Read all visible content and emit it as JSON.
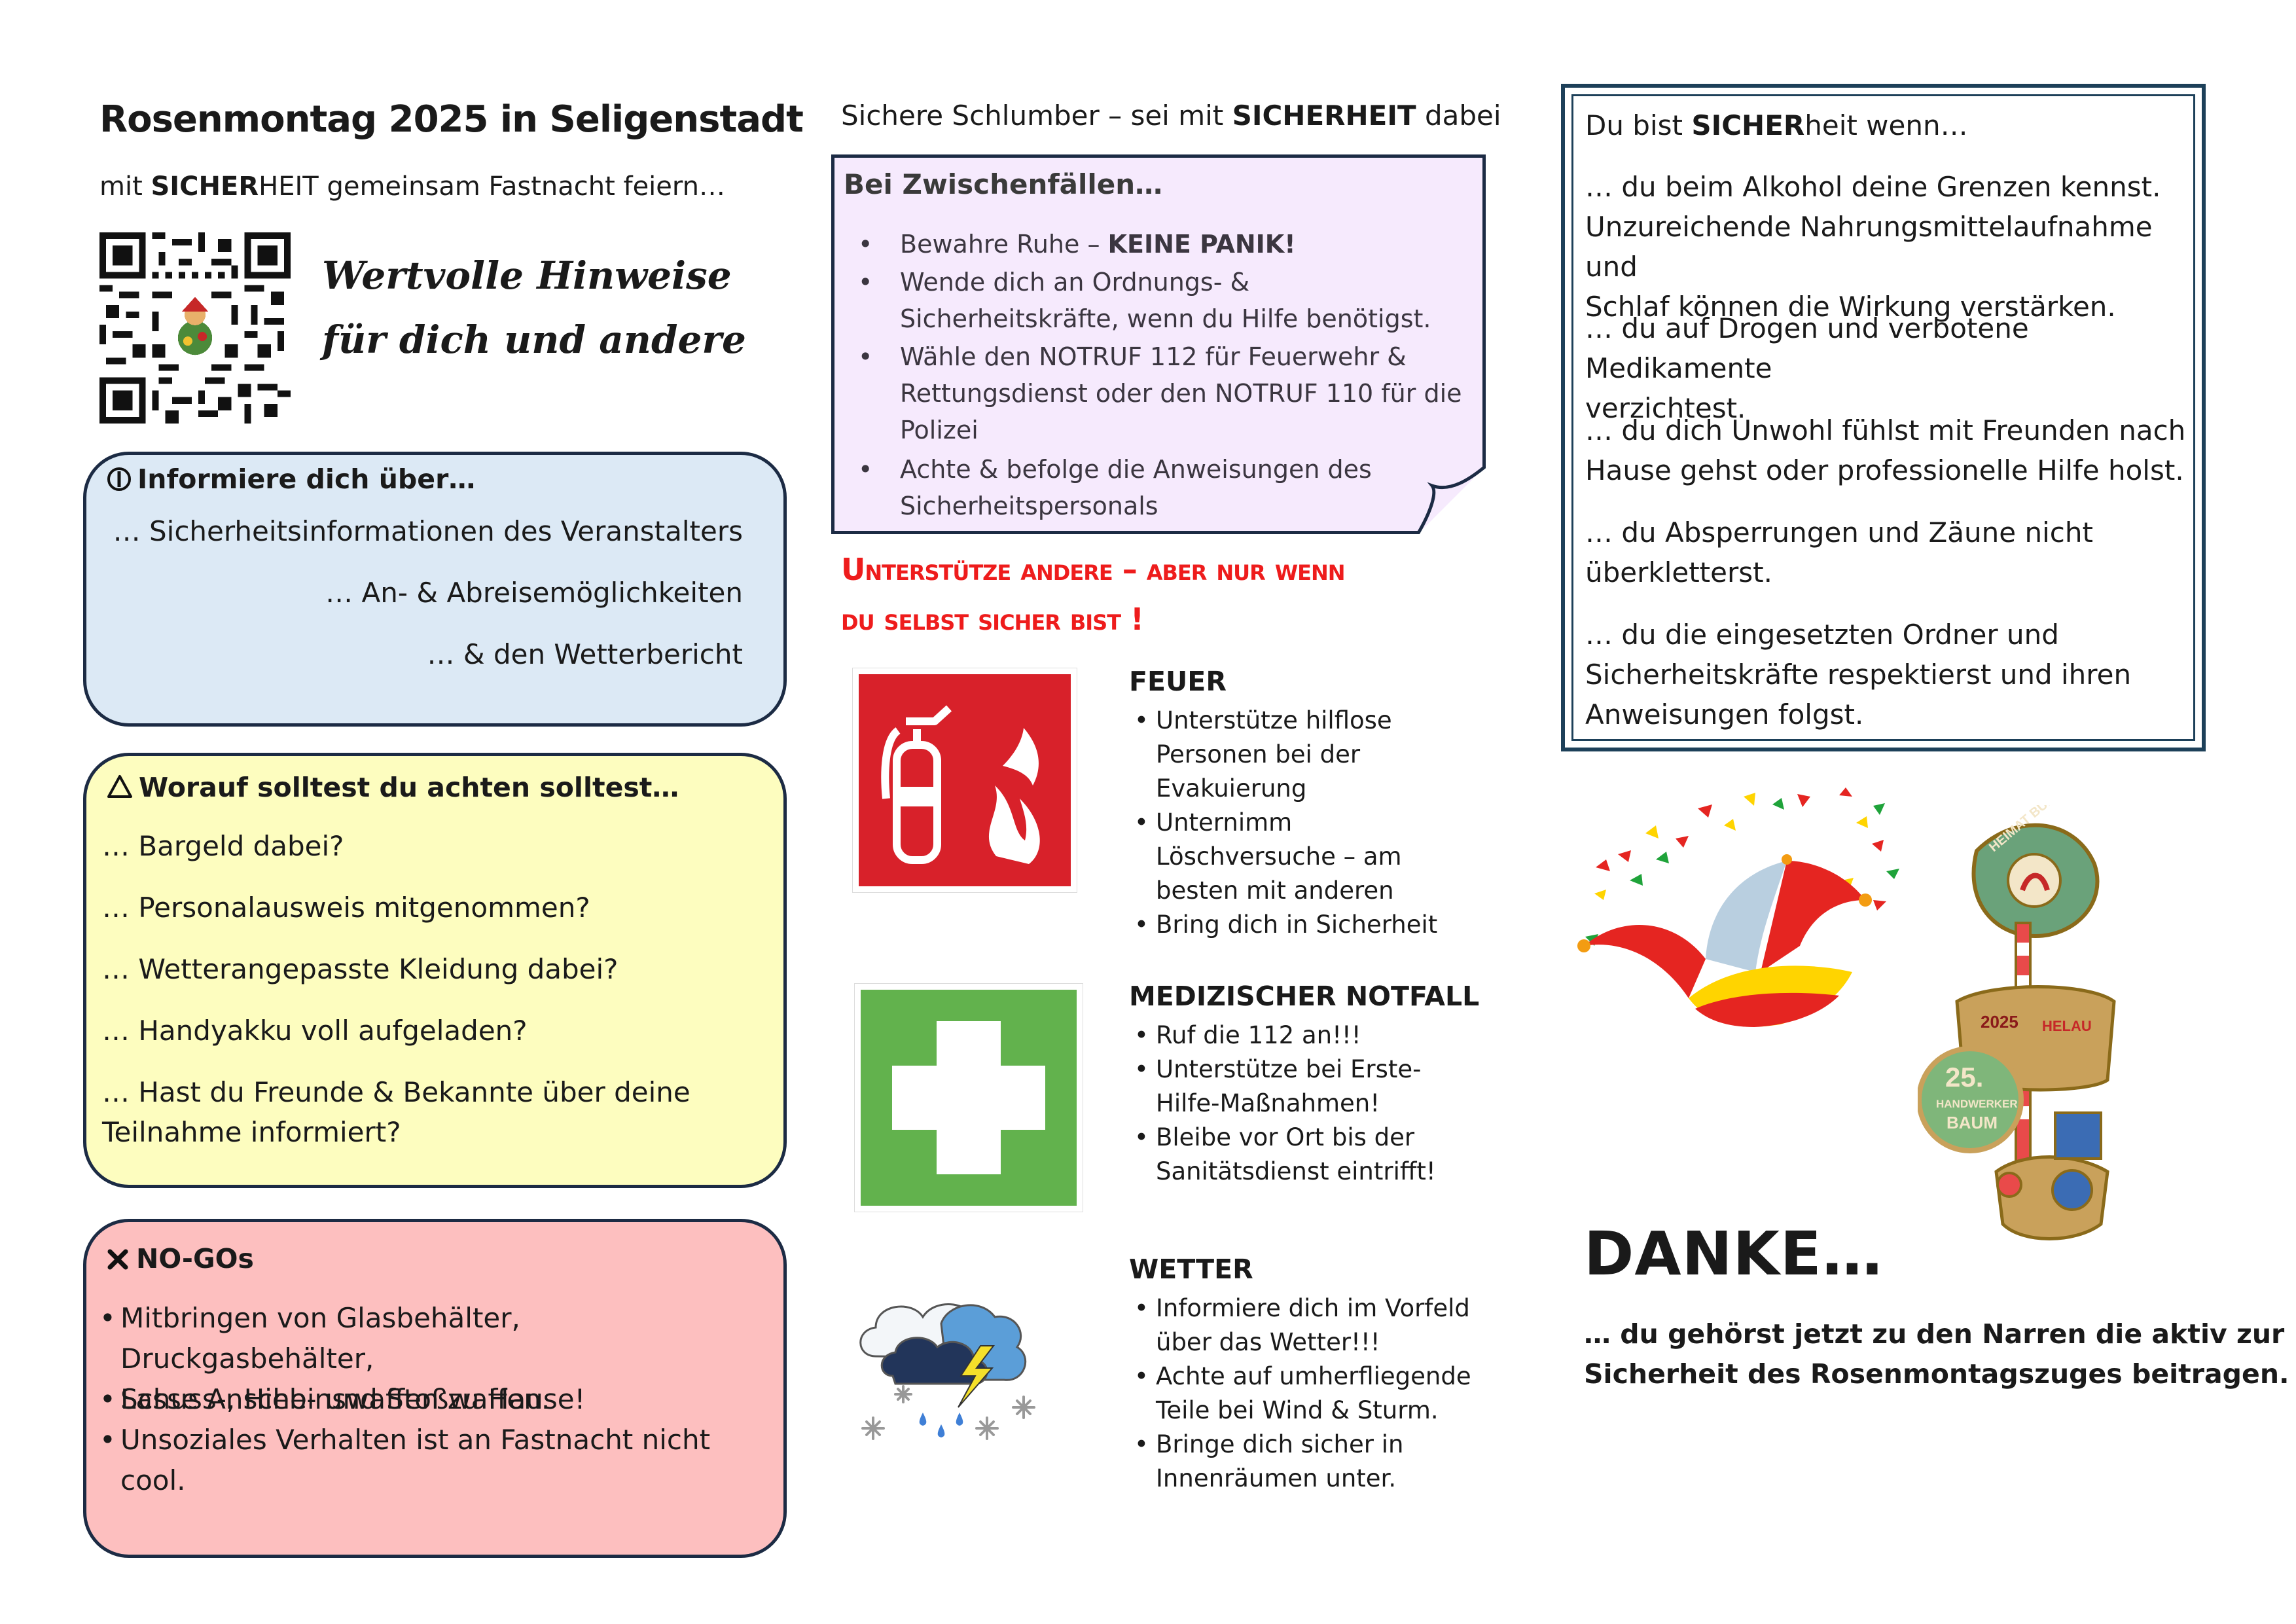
{
  "header": {
    "title": "Rosenmontag 2025 in Seligenstadt",
    "subtitle_pre": "mit ",
    "subtitle_bold": "SICHER",
    "subtitle_post": "HEIT gemeinsam Fastnacht feiern…",
    "hint_line1": "Wertvolle Hinweise",
    "hint_line2": "für dich und andere"
  },
  "info_box": {
    "icon": "info-icon",
    "title": "Informiere dich über…",
    "lines": [
      "… Sicherheitsinformationen des Veranstalters",
      "… An- & Abreisemöglichkeiten",
      "… & den Wetterbericht"
    ],
    "color": "#dce9f5"
  },
  "attention_box": {
    "icon": "warning-triangle-icon",
    "title": "Worauf solltest du achten solltest…",
    "lines": [
      "… Bargeld dabei?",
      "… Personalausweis mitgenommen?",
      "… Wetterangepasste Kleidung dabei?",
      "… Handyakku voll aufgeladen?",
      "… Hast du Freunde & Bekannte über deine",
      "Teilnahme informiert?"
    ],
    "color": "#fdfdbf"
  },
  "nogo_box": {
    "icon": "x-icon",
    "title": "NO-GOs",
    "bullet": "•",
    "items": [
      [
        "Mitbringen von Glasbehälter, Druckgasbehälter,",
        "Schuss-, Hieb- und Stoßwaffen."
      ],
      [
        "Lasse Anscheinswaffen zu Hause!"
      ],
      [
        "Unsoziales Verhalten ist an Fastnacht nicht",
        "cool."
      ]
    ],
    "color": "#fdbfbf"
  },
  "column2": {
    "head_pre": "Sichere Schlumber – sei mit ",
    "head_bold": "SICHERHEIT",
    "head_post": " dabei",
    "incident_title": "Bei Zwischenfällen…",
    "incident_items": [
      {
        "pre": "Bewahre Ruhe – ",
        "bold": "KEINE PANIK!",
        "lines": []
      },
      {
        "pre": "",
        "bold": "",
        "lines": [
          "Wende dich an Ordnungs- &",
          "Sicherheitskräfte, wenn du Hilfe benötigst."
        ]
      },
      {
        "pre": "",
        "bold": "",
        "lines": [
          "Wähle den NOTRUF 112 für Feuerwehr &",
          "Rettungsdienst oder den NOTRUF 110 für die",
          "Polizei"
        ]
      },
      {
        "pre": "",
        "bold": "",
        "lines": [
          "Achte & befolge die Anweisungen des",
          "Sicherheitspersonals"
        ]
      }
    ],
    "support_line1": "Unterstütze andere – aber nur wenn",
    "support_line2": "du selbst sicher bist !",
    "support_color": "#ee1c1c",
    "sections": [
      {
        "title": "FEUER",
        "icon": "fire-extinguisher-icon",
        "items": [
          [
            "Unterstütze hilflose",
            "Personen bei der",
            "Evakuierung"
          ],
          [
            "Unternimm",
            "Löschversuche – am",
            "besten mit anderen"
          ],
          [
            "Bring dich in Sicherheit"
          ]
        ]
      },
      {
        "title": "MEDIZISCHER NOTFALL",
        "icon": "first-aid-icon",
        "items": [
          [
            "Ruf die 112 an!!!"
          ],
          [
            "Unterstütze bei Erste-",
            "Hilfe-Maßnahmen!"
          ],
          [
            "Bleibe vor Ort bis der",
            "Sanitätsdienst eintrifft!"
          ]
        ]
      },
      {
        "title": "WETTER",
        "icon": "storm-cloud-icon",
        "items": [
          [
            "Informiere dich im Vorfeld",
            "über das Wetter!!!"
          ],
          [
            "Achte auf umherfliegende",
            "Teile bei Wind & Sturm."
          ],
          [
            "Bringe dich sicher in",
            "Innenräumen unter."
          ]
        ]
      }
    ]
  },
  "column3": {
    "safe_head_pre": "Du bist ",
    "safe_head_bold": "SICHER",
    "safe_head_post": "heit wenn…",
    "safe_items": [
      [
        "… du beim Alkohol deine Grenzen kennst.",
        "Unzureichende Nahrungsmittelaufnahme und",
        "Schlaf können die Wirkung verstärken."
      ],
      [
        "… du auf Drogen und verbotene Medikamente",
        "verzichtest."
      ],
      [
        "… du dich Unwohl fühlst mit Freunden nach",
        "Hause gehst oder professionelle Hilfe holst."
      ],
      [
        "… du Absperrungen und Zäune nicht",
        "überkletterst."
      ],
      [
        "… du die eingesetzten Ordner und",
        "Sicherheitskräfte respektierst und ihren",
        "Anweisungen folgst."
      ]
    ],
    "badge_text": {
      "top": "HEIMAT BUND SELIGENSTADT",
      "year": "2025",
      "helau": "HELAU",
      "number": "25.",
      "line1": "HANDWERKER",
      "line2": "BAUM"
    },
    "danke": "DANKE…",
    "danke_sub_line1": "… du gehörst jetzt zu den Narren die aktiv zur",
    "danke_sub_line2": "Sicherheit des Rosenmontagszuges beitragen."
  }
}
